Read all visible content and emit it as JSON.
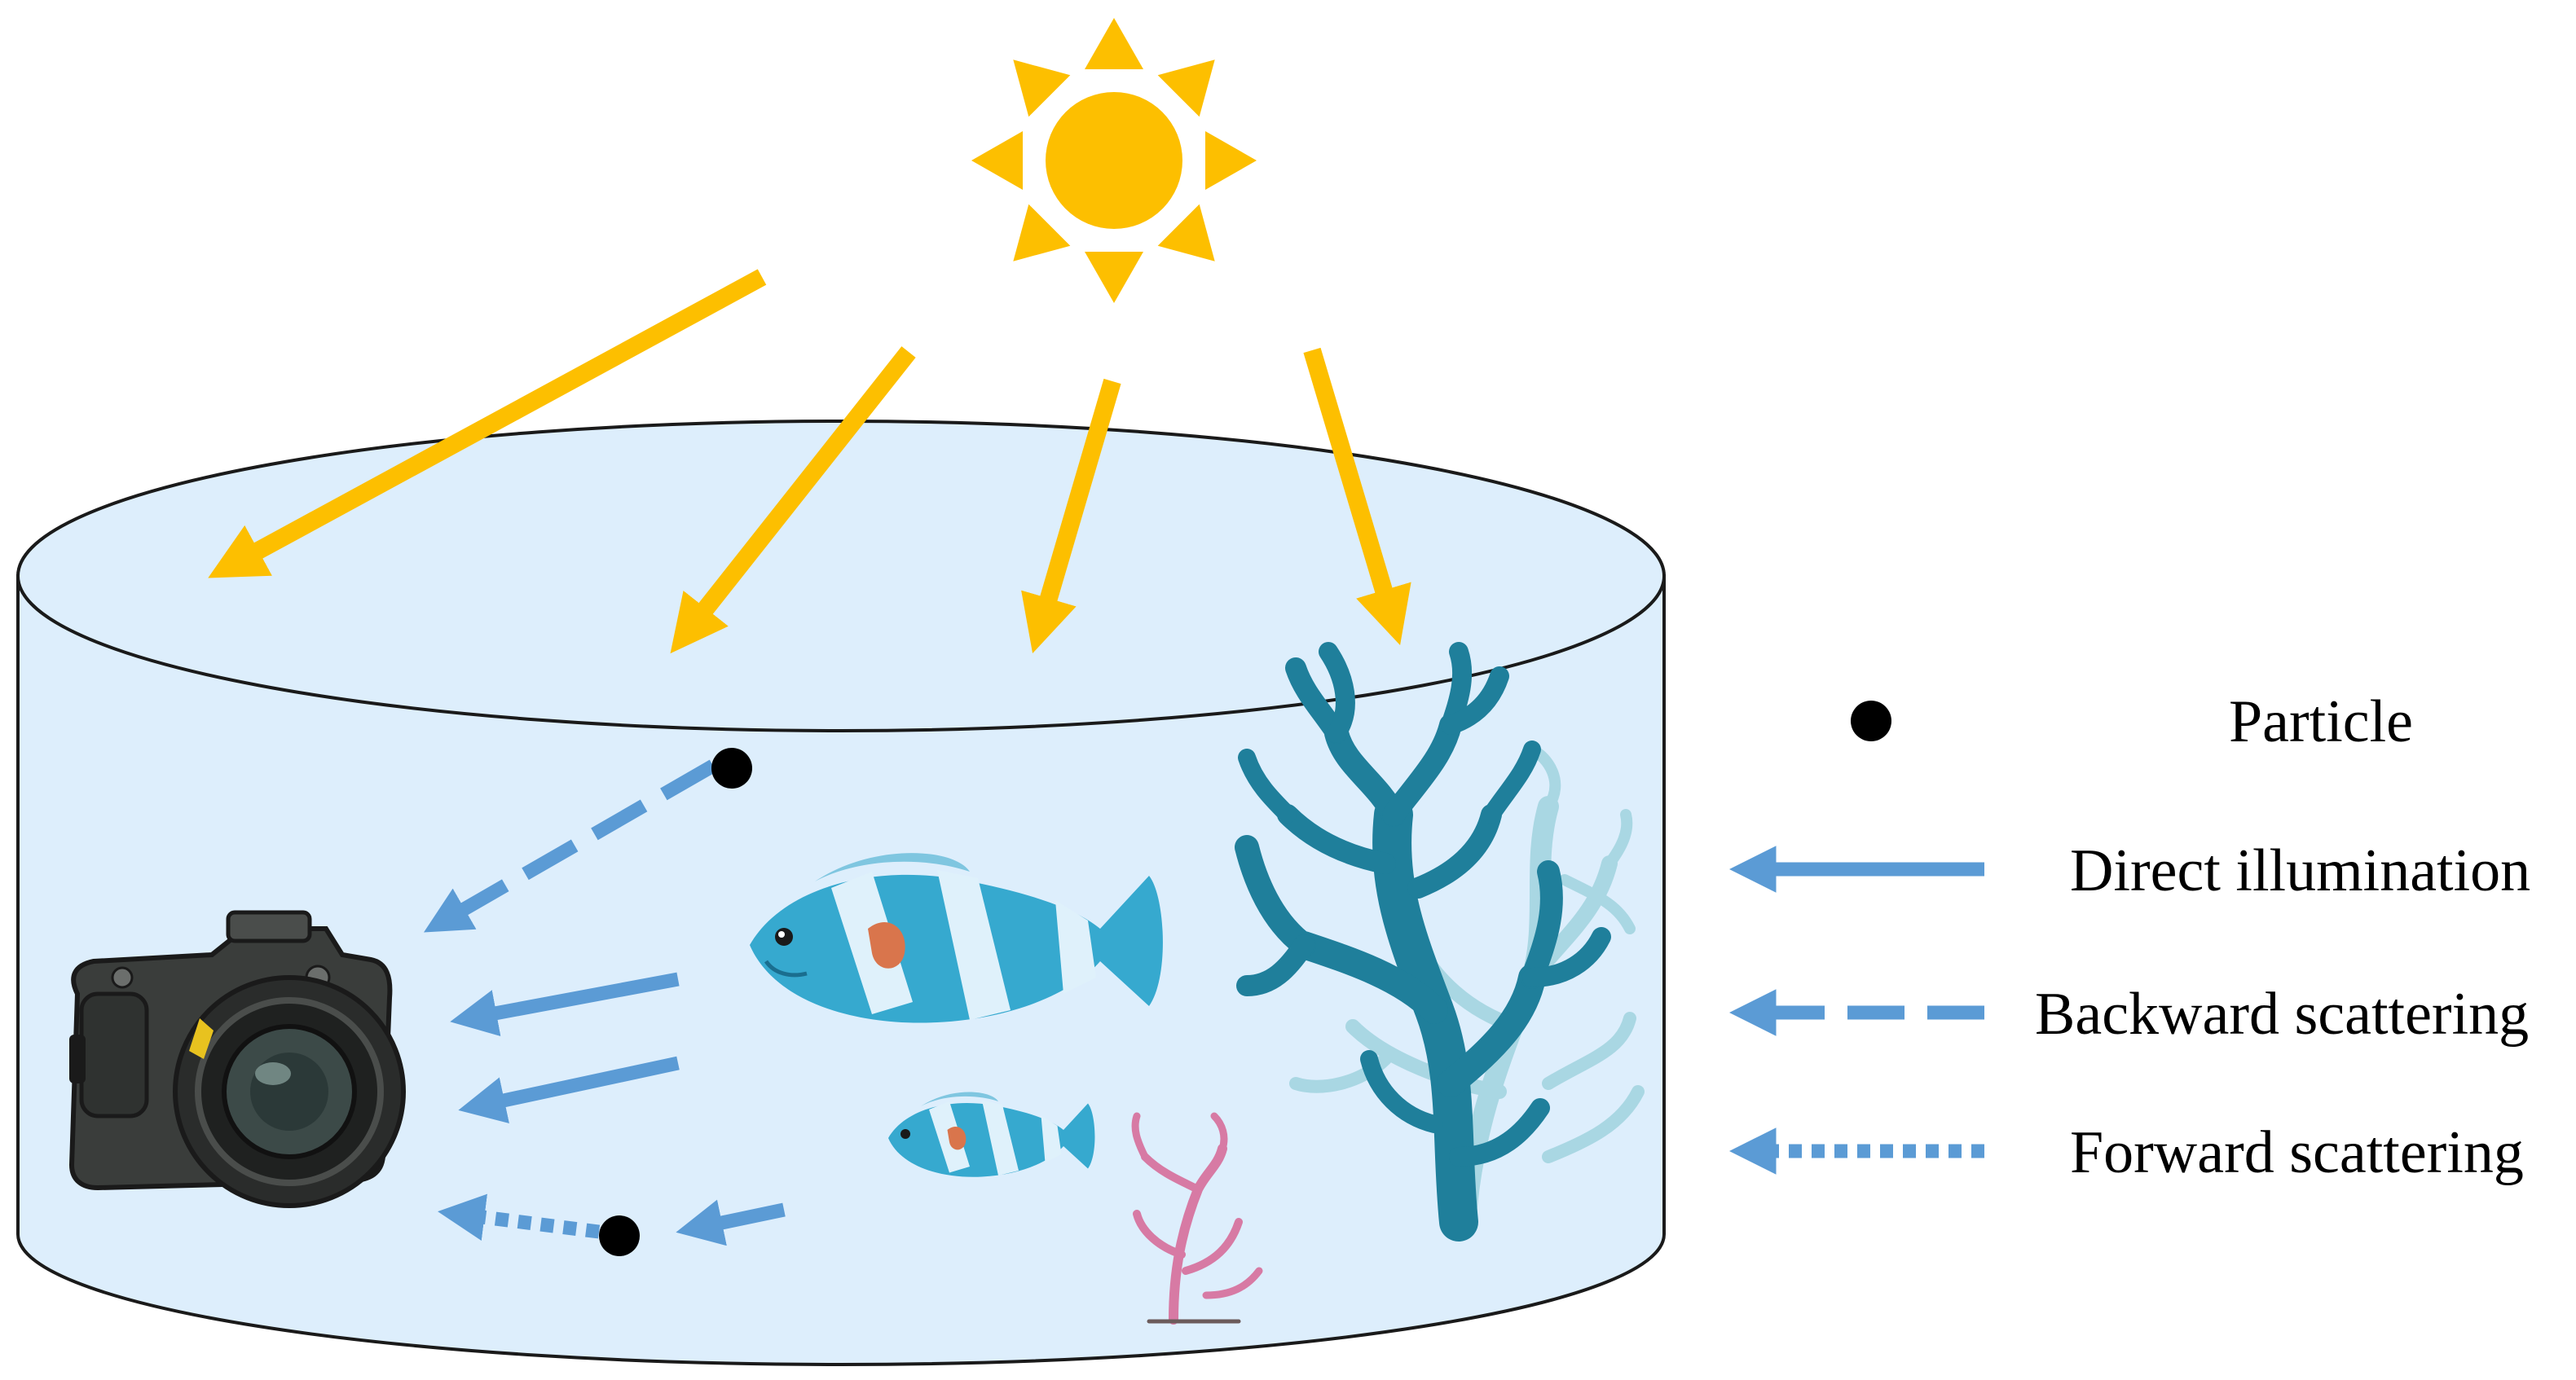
{
  "colors": {
    "water": "#ddeefc",
    "water_outline": "#1a1a1a",
    "sun": "#fdbf00",
    "light_ray": "#fdbf00",
    "scatter_arrow": "#5b9bd5",
    "particle": "#000000",
    "fish_body": "#36a9cf",
    "fish_stripe": "#dff1fb",
    "coral_main": "#1f7f9b",
    "coral_back": "#a9d7e3",
    "coral_pink": "#d77aa4",
    "camera_body": "#3a3d3b"
  },
  "icons": {
    "sun": "sun-icon",
    "camera": "camera-icon",
    "fish_large": "fish-icon",
    "fish_small": "fish-icon",
    "coral_main": "coral-icon",
    "coral_small": "coral-icon"
  },
  "legend": {
    "particle": "Particle",
    "direct": "Direct illumination",
    "backward": "Backward scattering",
    "forward": "Forward scattering"
  }
}
